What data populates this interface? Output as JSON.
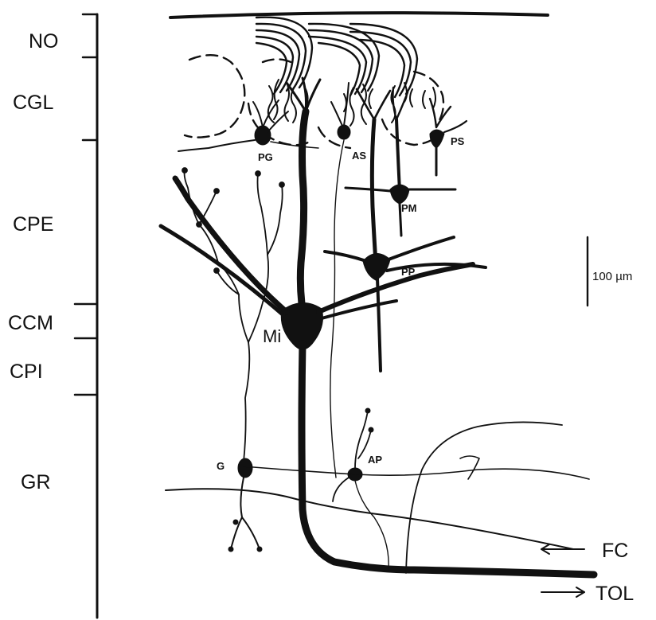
{
  "layers": {
    "no": "NO",
    "cgl": "CGL",
    "cpe": "CPE",
    "ccm": "CCM",
    "cpi": "CPI",
    "gr": "GR"
  },
  "cells": {
    "pg": "PG",
    "as": "AS",
    "ps": "PS",
    "pm": "PM",
    "pp": "PP",
    "mi": "Mi",
    "g": "G",
    "ap": "AP"
  },
  "scale_bar": {
    "label": "100 µm"
  },
  "fibers": {
    "fc": "FC",
    "tol": "TOL"
  }
}
